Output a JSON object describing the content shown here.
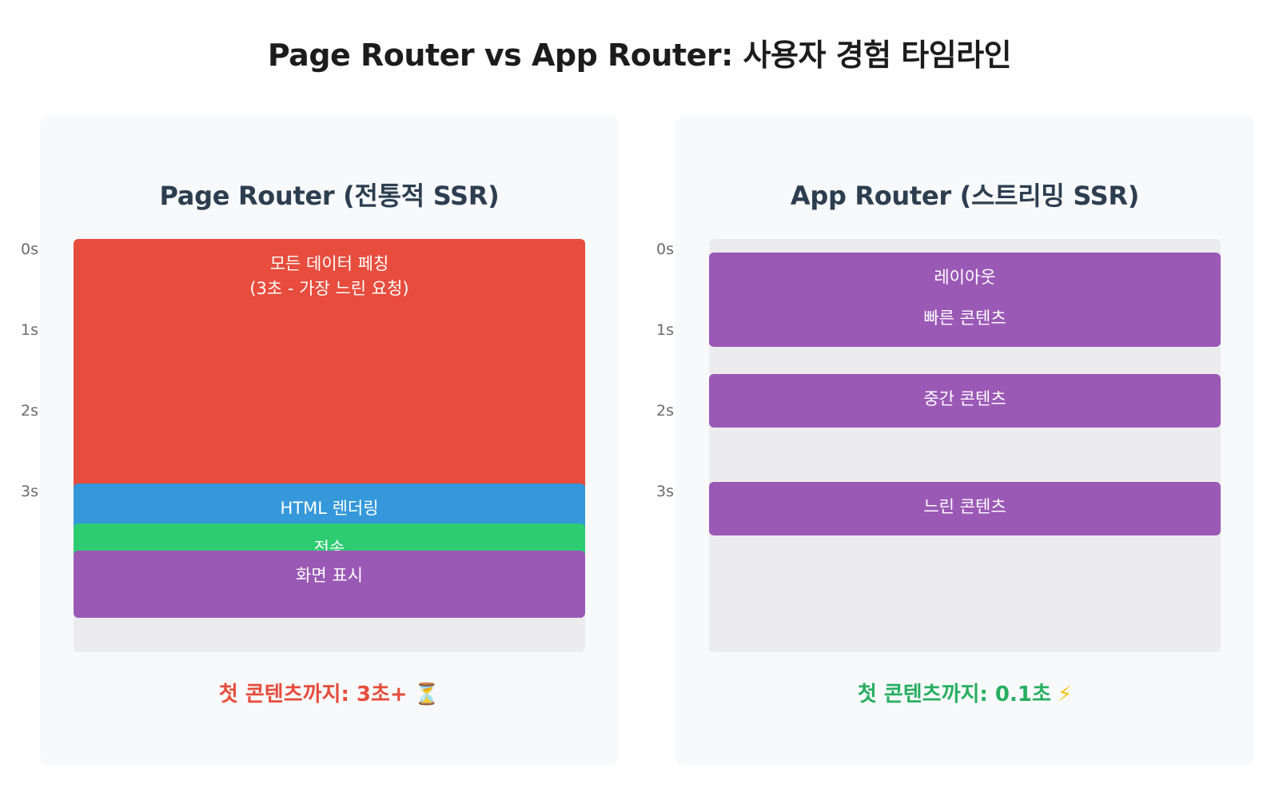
{
  "title": "Page Router vs App Router: 사용자 경험 타임라인",
  "ticks": [
    "0s",
    "1s",
    "2s",
    "3s"
  ],
  "left": {
    "title": "Page Router (전통적 SSR)",
    "bars": {
      "fetch_line1": "모든 데이터 페칭",
      "fetch_line2": "(3초 - 가장 느린 요청)",
      "render": "HTML 렌더링",
      "send": "전송",
      "display": "화면 표시"
    },
    "footer": "첫 콘텐츠까지: 3초+",
    "footer_icon": "⏳",
    "footer_color": "#e74c3c"
  },
  "right": {
    "title": "App Router (스트리밍 SSR)",
    "bars": {
      "layout": "레이아웃",
      "fast": "빠른 콘텐츠",
      "medium": "중간 콘텐츠",
      "slow": "느린 콘텐츠"
    },
    "footer": "첫 콘텐츠까지: 0.1초",
    "footer_icon": "⚡",
    "footer_color": "#27ae60"
  },
  "colors": {
    "fetch": "#e74c3c",
    "render": "#3498db",
    "send": "#2ecc71",
    "display": "#9b59b6",
    "track": "#ececee"
  }
}
